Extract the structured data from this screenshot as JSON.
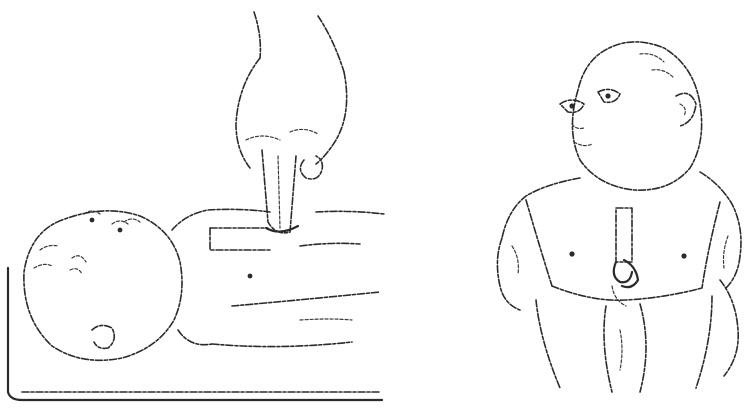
{
  "illustration": {
    "panels": [
      {
        "id": "left",
        "subject": "infant-lying-supine-with-two-finger-chest-compression"
      },
      {
        "id": "right",
        "subject": "infant-front-view-with-compression-point-on-sternum"
      }
    ],
    "line_color": "#2b2b2b",
    "background_color": "#ffffff"
  }
}
